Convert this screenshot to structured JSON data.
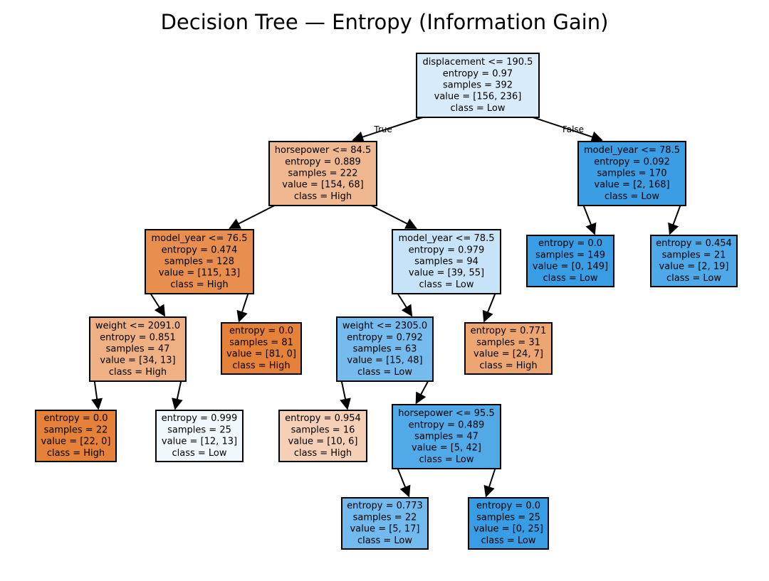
{
  "title": "Decision Tree — Entropy (Information Gain)",
  "colors": {
    "high": "#e58139",
    "low": "#399de5",
    "border": "#000000"
  },
  "edge_labels": {
    "true": "True",
    "false": "False"
  },
  "nodes": [
    {
      "id": "root",
      "class": "Low",
      "purity": 0.2,
      "lines": [
        "displacement <= 190.5",
        "entropy = 0.97",
        "samples = 392",
        "value = [156, 236]",
        "class = Low"
      ]
    },
    {
      "id": "n1",
      "class": "High",
      "purity": 0.56,
      "lines": [
        "horsepower <= 84.5",
        "entropy = 0.889",
        "samples = 222",
        "value = [154, 68]",
        "class = High"
      ]
    },
    {
      "id": "n2",
      "class": "Low",
      "purity": 0.99,
      "lines": [
        "model_year <= 78.5",
        "entropy = 0.092",
        "samples = 170",
        "value = [2, 168]",
        "class = Low"
      ]
    },
    {
      "id": "n3",
      "class": "High",
      "purity": 0.89,
      "lines": [
        "model_year <= 76.5",
        "entropy = 0.474",
        "samples = 128",
        "value = [115, 13]",
        "class = High"
      ]
    },
    {
      "id": "n4",
      "class": "Low",
      "purity": 0.29,
      "lines": [
        "model_year <= 78.5",
        "entropy = 0.979",
        "samples = 94",
        "value = [39, 55]",
        "class = Low"
      ]
    },
    {
      "id": "n5",
      "class": "Low",
      "purity": 1.0,
      "lines": [
        "entropy = 0.0",
        "samples = 149",
        "value = [0, 149]",
        "class = Low"
      ]
    },
    {
      "id": "n6",
      "class": "Low",
      "purity": 0.89,
      "lines": [
        "entropy = 0.454",
        "samples = 21",
        "value = [2, 19]",
        "class = Low"
      ]
    },
    {
      "id": "n7",
      "class": "High",
      "purity": 0.62,
      "lines": [
        "weight <= 2091.0",
        "entropy = 0.851",
        "samples = 47",
        "value = [34, 13]",
        "class = High"
      ]
    },
    {
      "id": "n8",
      "class": "High",
      "purity": 1.0,
      "lines": [
        "entropy = 0.0",
        "samples = 81",
        "value = [81, 0]",
        "class = High"
      ]
    },
    {
      "id": "n9",
      "class": "Low",
      "purity": 0.69,
      "lines": [
        "weight <= 2305.0",
        "entropy = 0.792",
        "samples = 63",
        "value = [15, 48]",
        "class = Low"
      ]
    },
    {
      "id": "n10",
      "class": "High",
      "purity": 0.71,
      "lines": [
        "entropy = 0.771",
        "samples = 31",
        "value = [24, 7]",
        "class = High"
      ]
    },
    {
      "id": "n11",
      "class": "High",
      "purity": 1.0,
      "lines": [
        "entropy = 0.0",
        "samples = 22",
        "value = [22, 0]",
        "class = High"
      ]
    },
    {
      "id": "n12",
      "class": "Low",
      "purity": 0.07,
      "lines": [
        "entropy = 0.999",
        "samples = 25",
        "value = [12, 13]",
        "class = Low"
      ]
    },
    {
      "id": "n13",
      "class": "High",
      "purity": 0.37,
      "lines": [
        "entropy = 0.954",
        "samples = 16",
        "value = [10, 6]",
        "class = High"
      ]
    },
    {
      "id": "n14",
      "class": "Low",
      "purity": 0.88,
      "lines": [
        "horsepower <= 95.5",
        "entropy = 0.489",
        "samples = 47",
        "value = [5, 42]",
        "class = Low"
      ]
    },
    {
      "id": "n15",
      "class": "Low",
      "purity": 0.71,
      "lines": [
        "entropy = 0.773",
        "samples = 22",
        "value = [5, 17]",
        "class = Low"
      ]
    },
    {
      "id": "n16",
      "class": "Low",
      "purity": 1.0,
      "lines": [
        "entropy = 0.0",
        "samples = 25",
        "value = [0, 25]",
        "class = Low"
      ]
    }
  ],
  "edges": [
    {
      "from": "root",
      "to": "n1",
      "label": "true"
    },
    {
      "from": "root",
      "to": "n2",
      "label": "false"
    },
    {
      "from": "n1",
      "to": "n3"
    },
    {
      "from": "n1",
      "to": "n4"
    },
    {
      "from": "n2",
      "to": "n5"
    },
    {
      "from": "n2",
      "to": "n6"
    },
    {
      "from": "n3",
      "to": "n7"
    },
    {
      "from": "n3",
      "to": "n8"
    },
    {
      "from": "n4",
      "to": "n9"
    },
    {
      "from": "n4",
      "to": "n10"
    },
    {
      "from": "n7",
      "to": "n11"
    },
    {
      "from": "n7",
      "to": "n12"
    },
    {
      "from": "n9",
      "to": "n13"
    },
    {
      "from": "n9",
      "to": "n14"
    },
    {
      "from": "n14",
      "to": "n15"
    },
    {
      "from": "n14",
      "to": "n16"
    }
  ]
}
